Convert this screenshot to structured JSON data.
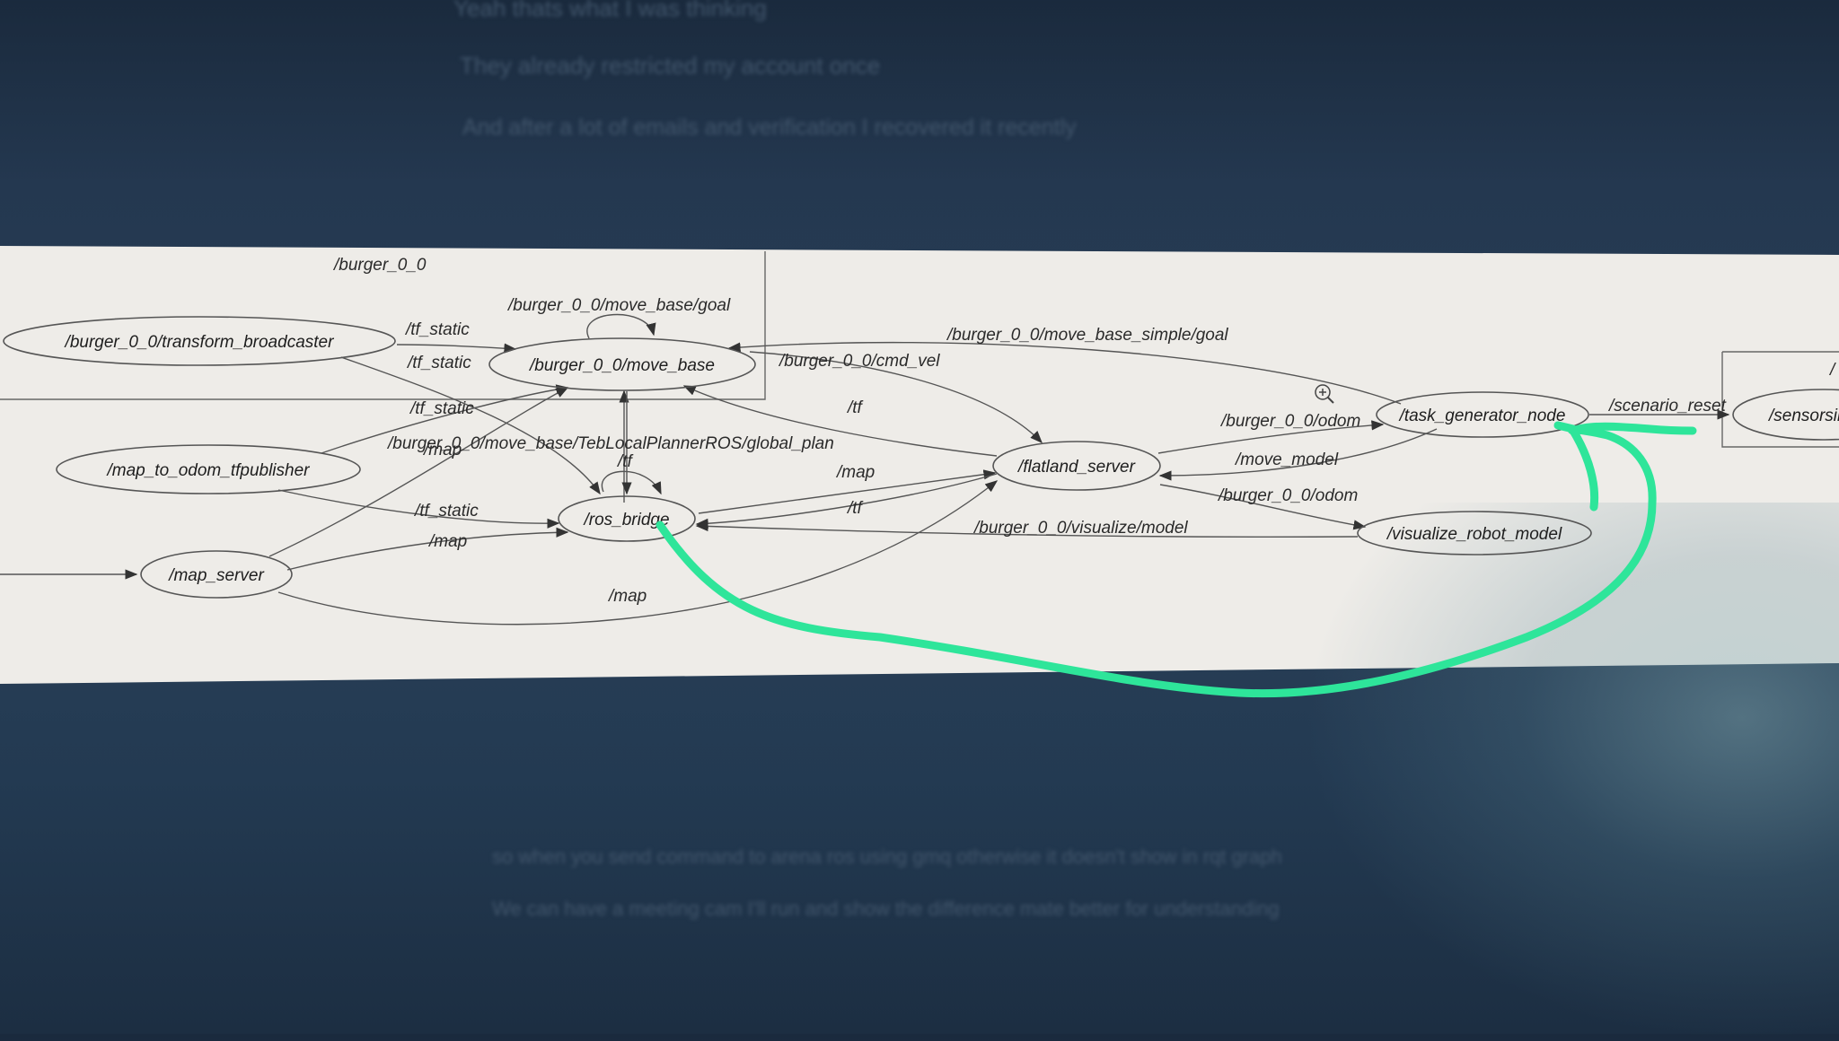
{
  "chat": {
    "top_lines": [
      "Yeah thats what I was thinking",
      "They already restricted my account once",
      "And after a lot of emails and verification I recovered it recently"
    ],
    "bottom_lines": [
      "so when you send command to arena ros using gmq otherwise it doesn't show in rqt graph",
      "We can have a meeting cam I'll run and show the difference mate better for understanding"
    ]
  },
  "graph": {
    "cluster_label": "/burger_0_0",
    "right_cluster_label": "/",
    "nodes": {
      "transform_broadcaster": "/burger_0_0/transform_broadcaster",
      "move_base": "/burger_0_0/move_base",
      "map_to_odom": "/map_to_odom_tfpublisher",
      "map_server": "/map_server",
      "ros_bridge": "/ros_bridge",
      "flatland_server": "/flatland_server",
      "task_generator": "/task_generator_node",
      "visualize_robot_model": "/visualize_robot_model",
      "sensorsim": "/sensorsim"
    },
    "edge_labels": {
      "tf_static_1": "/tf_static",
      "tf_static_2": "/tf_static",
      "tf_static_3": "/tf_static",
      "tf_static_4": "/tf_static",
      "move_base_goal": "/burger_0_0/move_base/goal",
      "move_base_simple_goal": "/burger_0_0/move_base_simple/goal",
      "cmd_vel": "/burger_0_0/cmd_vel",
      "tf_a": "/tf",
      "tf_b": "/tf",
      "tf_c": "/tf",
      "global_plan": "/burger_0_0/move_base/TebLocalPlannerROS/global_plan",
      "map_a": "/map",
      "map_b": "/map",
      "map_c": "/map",
      "map_d": "/map",
      "odom_1": "/burger_0_0/odom",
      "odom_2": "/burger_0_0/odom",
      "move_model": "/move_model",
      "visualize_model": "/burger_0_0/visualize/model",
      "scenario_reset": "/scenario_reset"
    }
  },
  "colors": {
    "annotation": "#2ee59a",
    "canvas": "#eeece8"
  }
}
